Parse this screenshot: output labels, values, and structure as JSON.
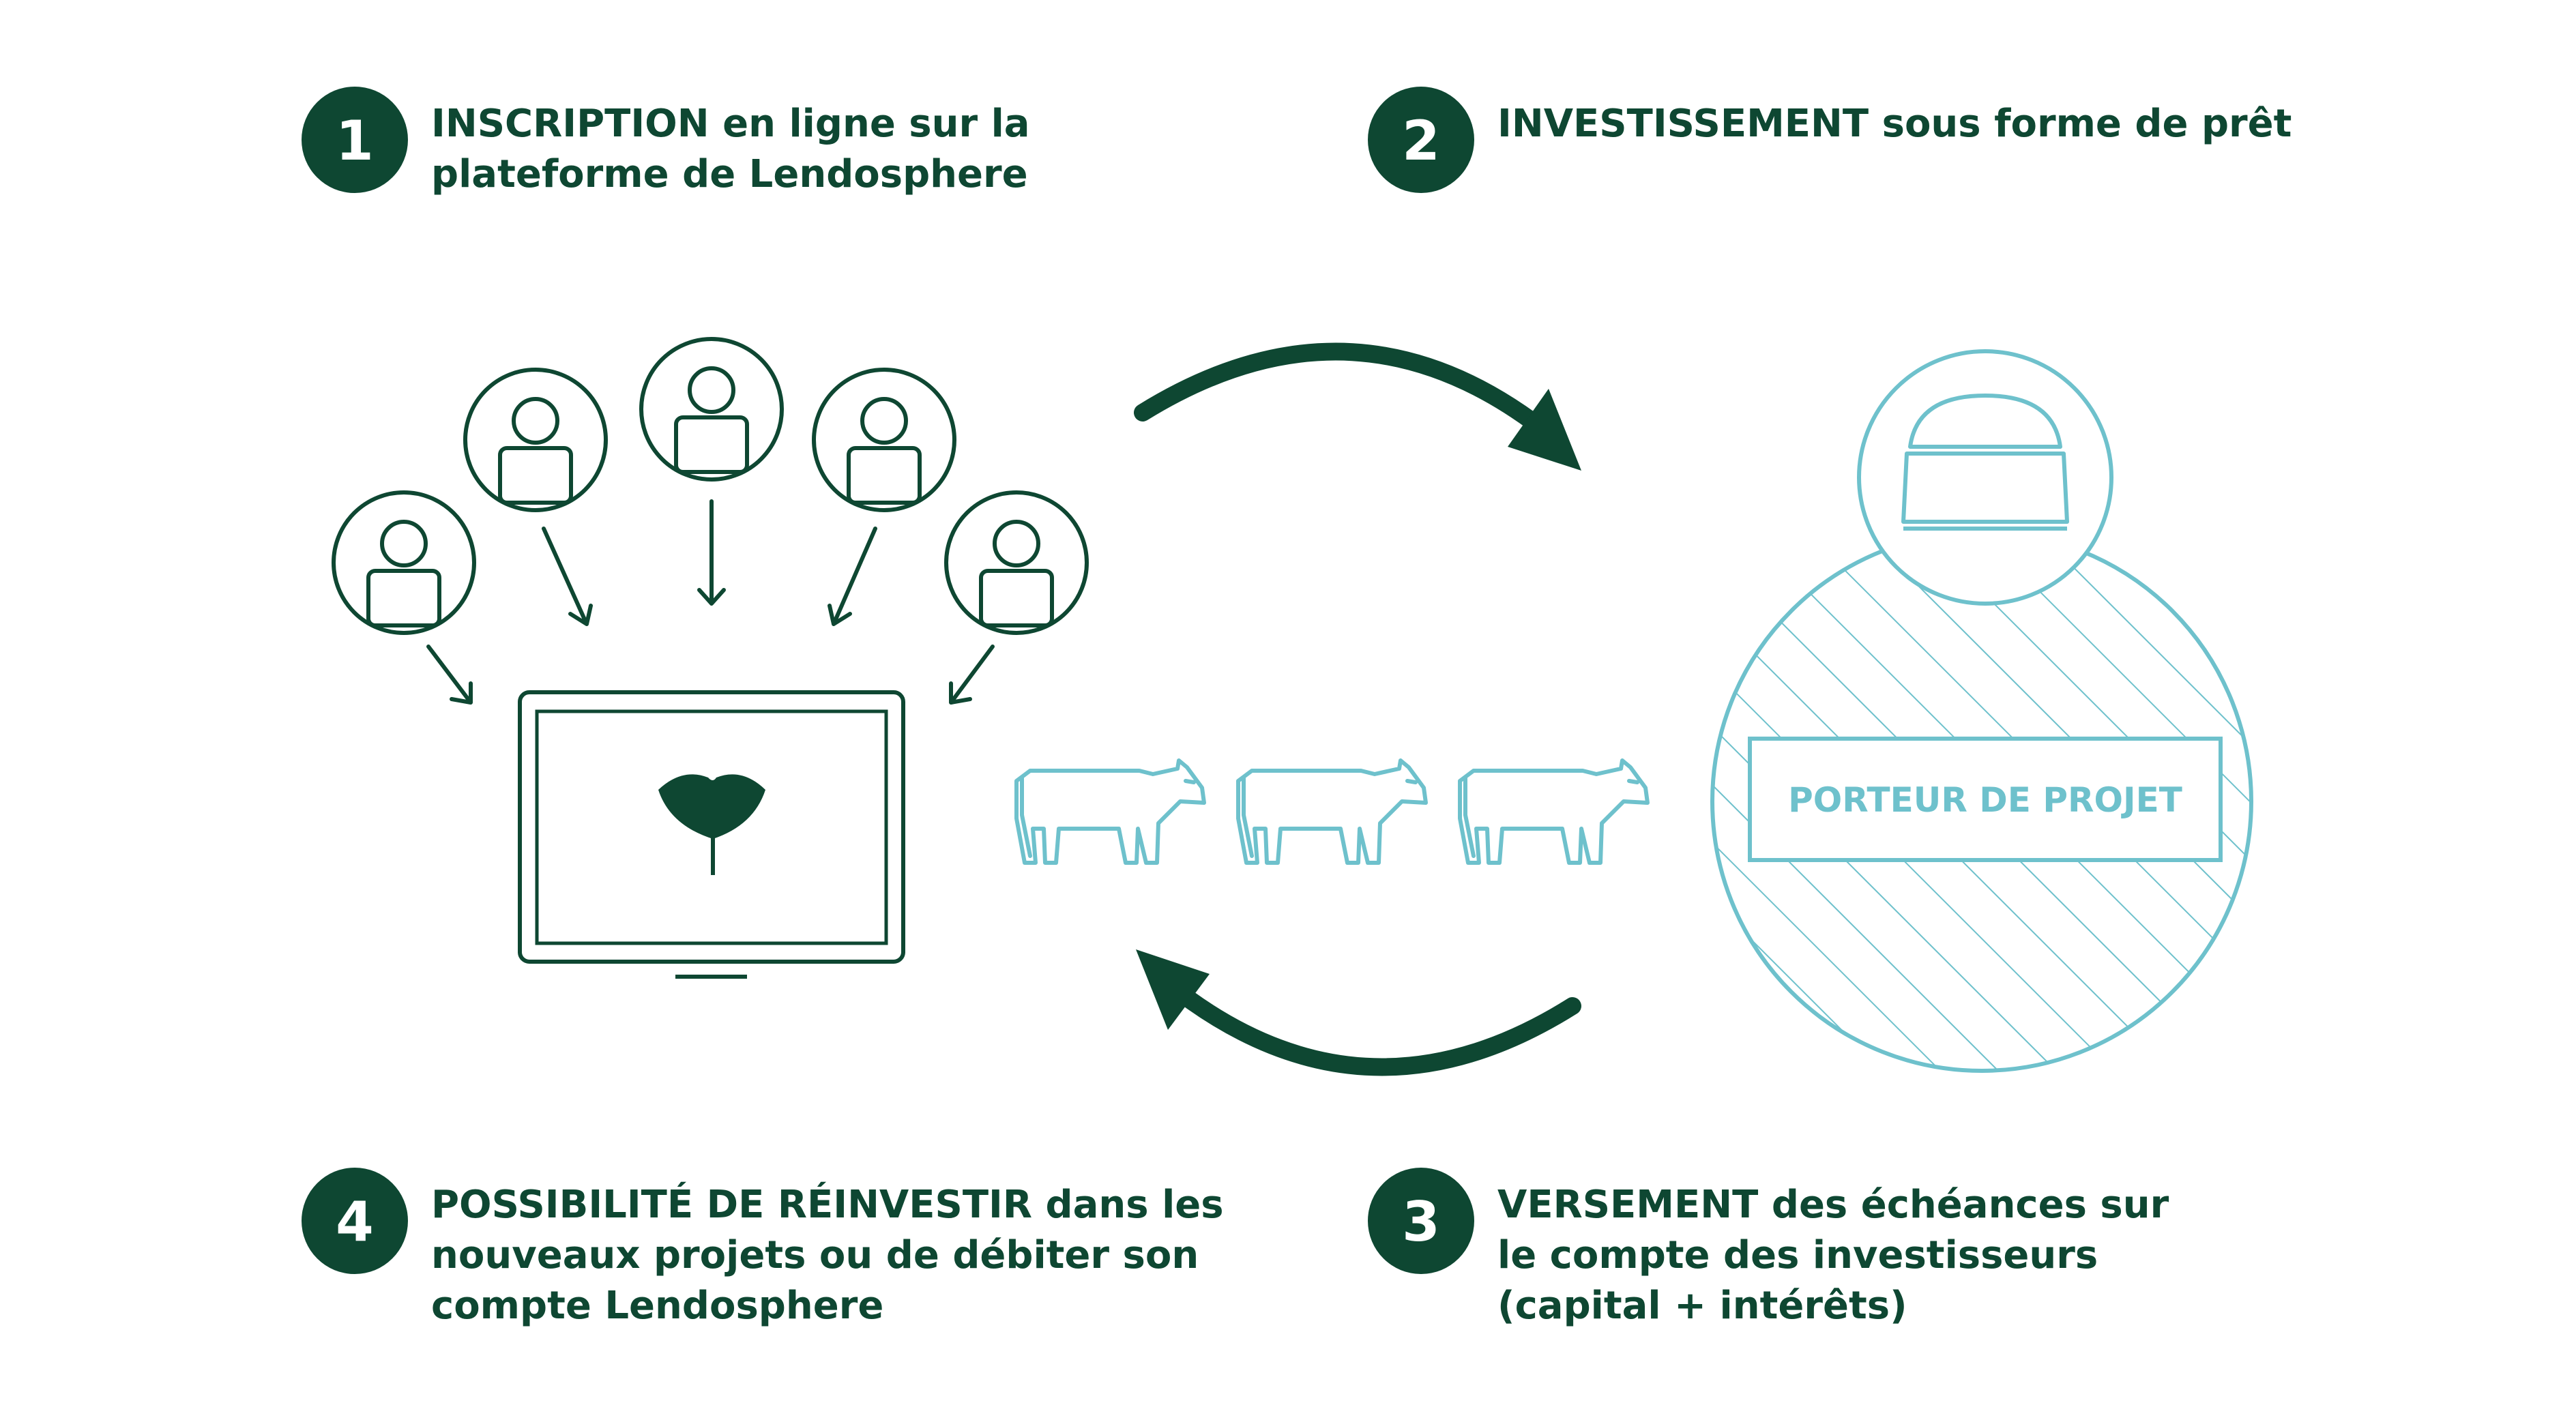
{
  "colors": {
    "dark_green": "#0e4732",
    "teal": "#6ec1cc",
    "background": "#ffffff"
  },
  "steps": [
    {
      "number": "1",
      "keyword": "INSCRIPTION",
      "lines": [
        " en ligne sur la",
        "plateforme de Lendosphere"
      ]
    },
    {
      "number": "2",
      "keyword": "INVESTISSEMENT",
      "lines": [
        " sous forme de prêt"
      ]
    },
    {
      "number": "3",
      "keyword": "VERSEMENT",
      "lines": [
        " des échéances sur",
        "le compte des investisseurs",
        "(capital + intérêts)"
      ]
    },
    {
      "number": "4",
      "keyword": "POSSIBILITÉ DE RÉINVESTIR",
      "lines": [
        " dans les",
        "nouveaux projets ou de débiter son",
        "compte Lendosphere"
      ]
    }
  ],
  "project_box": {
    "label": "PORTEUR DE PROJET"
  },
  "icons": {
    "investor": "person-icon",
    "platform": "monitor-icon",
    "logo": "ginkgo-leaf-icon",
    "cow": "cow-icon",
    "building": "farm-building-icon",
    "arrow": "curved-arrow-icon"
  }
}
